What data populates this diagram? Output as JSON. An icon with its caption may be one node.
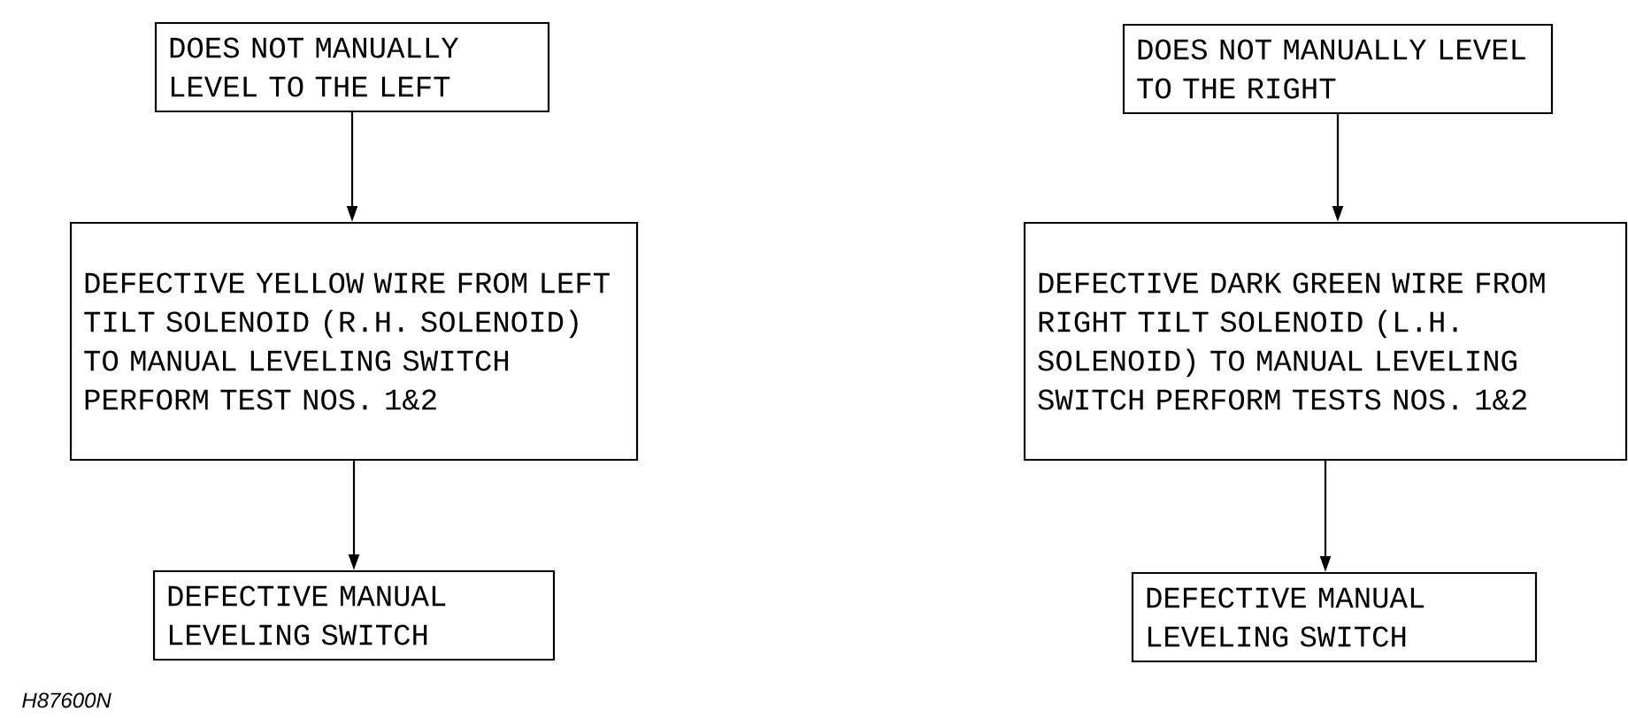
{
  "diagram": {
    "nodes": [
      {
        "text": [
          "DOES NOT MANUALLY LEVEL TO THE LEFT"
        ]
      },
      {
        "text": [
          "DEFECTIVE YELLOW WIRE FROM LEFT TILT SOLENOID (R.H. SOLENOID) TO MANUAL LEVELING SWITCH PERFORM TEST NOS. 1&2"
        ]
      },
      {
        "text": [
          "DEFECTIVE MANUAL LEVELING SWITCH"
        ]
      },
      {
        "text": [
          "DOES NOT MANUALLY LEVEL TO THE RIGHT"
        ]
      },
      {
        "text": [
          "DEFECTIVE DARK GREEN WIRE FROM RIGHT TILT SOLENOID (L.H. SOLENOID) TO MANUAL LEVELING SWITCH PERFORM TESTS NOS. 1&2"
        ]
      },
      {
        "text": [
          "DEFECTIVE MANUAL LEVELING SWITCH"
        ]
      }
    ],
    "edges": [
      {
        "from": 0,
        "to": 1,
        "arrow": "to"
      },
      {
        "from": 1,
        "to": 2,
        "arrow": "to"
      },
      {
        "from": 3,
        "to": 4,
        "arrow": "to"
      },
      {
        "from": 4,
        "to": 5,
        "arrow": "to"
      }
    ],
    "labels": [
      "H87600N"
    ]
  }
}
